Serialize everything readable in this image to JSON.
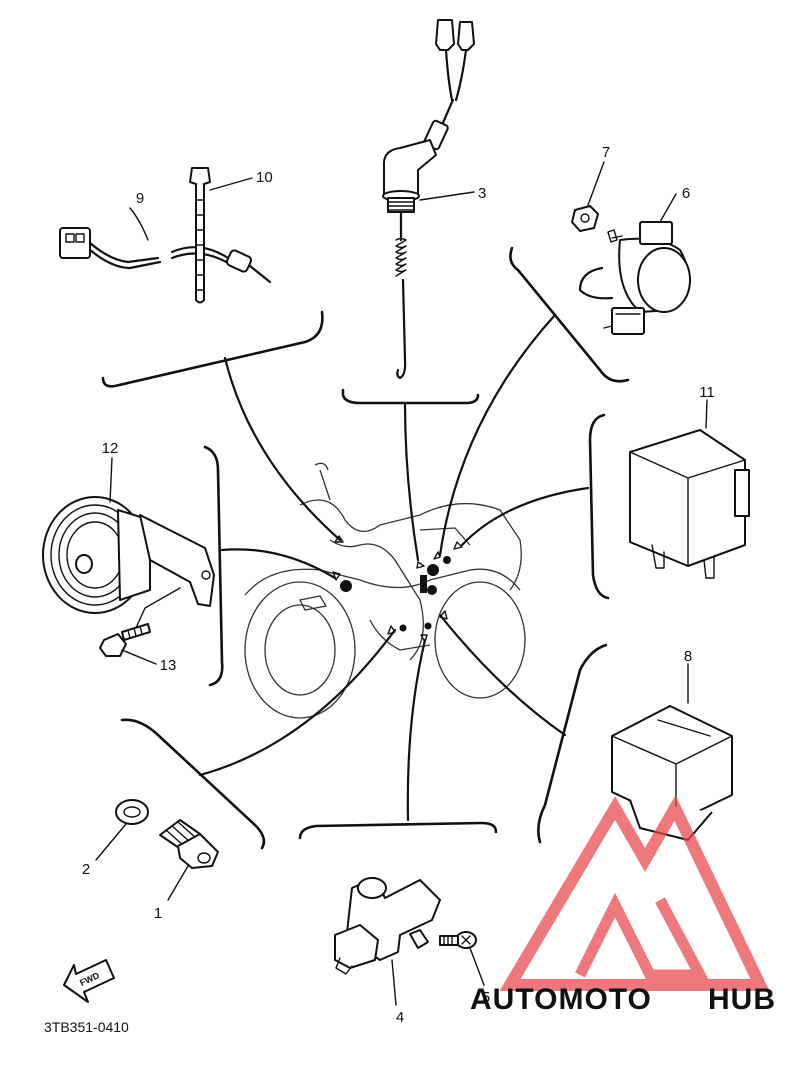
{
  "diagram": {
    "part_numbers": [
      "1",
      "2",
      "3",
      "4",
      "5",
      "6",
      "7",
      "8",
      "9",
      "10",
      "11",
      "12",
      "13"
    ],
    "drawing_code": "3TB351-0410",
    "fwd_label": "FWD"
  },
  "watermark": {
    "brand_part_1": "AUTOMOTO",
    "brand_part_2": "HUB",
    "color_part_1": "#f0b27a",
    "color_part_2": "#7b8a93",
    "logo_color": "#e8464a"
  }
}
